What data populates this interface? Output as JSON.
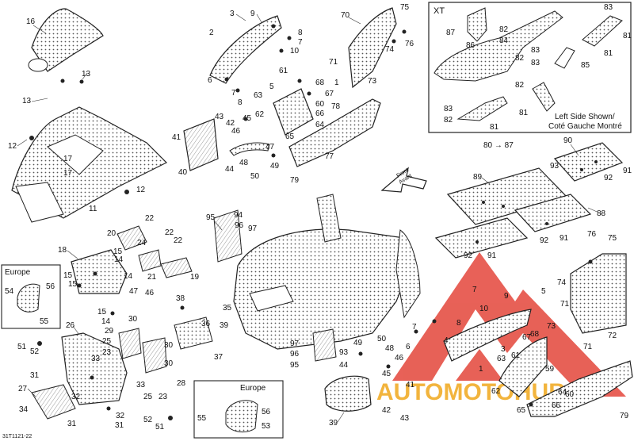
{
  "diagram_id": "31T1121-22",
  "inset_xt": {
    "title": "XT",
    "note_line1": "Left Side Shown/",
    "note_line2": "Coté Gauche Montré",
    "ref_numbers": [
      "83",
      "87",
      "82",
      "86",
      "84",
      "81",
      "83",
      "85",
      "82",
      "83",
      "81",
      "82",
      "83",
      "82",
      "81",
      "81"
    ]
  },
  "xt_ref": "80 → 87",
  "front_label_line1": "Front",
  "front_label_line2": "Avant",
  "europe_box_left": {
    "title": "Europe",
    "numbers": [
      "54",
      "56",
      "55"
    ]
  },
  "europe_box_bottom": {
    "title": "Europe",
    "numbers": [
      "55",
      "56",
      "53"
    ]
  },
  "watermark_text": "AUTOMOTOHUB",
  "callouts": {
    "c16": "16",
    "c13a": "13",
    "c13b": "13",
    "c12a": "12",
    "c17a": "17",
    "c17b": "17",
    "c11": "11",
    "c12b": "12",
    "c3": "3",
    "c9": "9",
    "c2": "2",
    "c8a": "8",
    "c7a": "7",
    "c10a": "10",
    "c6": "6",
    "c7b": "7",
    "c8b": "8",
    "c5": "5",
    "c70": "70",
    "c75": "75",
    "c76": "76",
    "c74": "74",
    "c71": "71",
    "c73": "73",
    "c1": "1",
    "c61": "61",
    "c68": "68",
    "c67": "67",
    "c63": "63",
    "c60": "60",
    "c62": "62",
    "c66": "66",
    "c64": "64",
    "c65": "65",
    "c78": "78",
    "c79": "79",
    "c77": "77",
    "c43": "43",
    "c42": "42",
    "c41": "41",
    "c40": "40",
    "c45": "45",
    "c46": "46",
    "c44": "44",
    "c48": "48",
    "c50": "50",
    "c49": "49",
    "c47": "47",
    "c90": "90",
    "c93": "93",
    "c91a": "91",
    "c92a": "92",
    "c89": "89",
    "c88": "88",
    "c91b": "91",
    "c92b": "92",
    "c92c": "92",
    "c91c": "91",
    "c95": "95",
    "c94": "94",
    "c96": "96",
    "c97": "97",
    "c22a": "22",
    "c20": "20",
    "c22b": "22",
    "c22c": "22",
    "c21": "21",
    "c19": "19",
    "c24": "24",
    "c18": "18",
    "c14a": "14",
    "c15a": "15",
    "c14b": "14",
    "c15b": "15",
    "c15c": "15",
    "c47b": "47",
    "c46b": "46",
    "c15d": "15",
    "c14c": "14",
    "c38": "38",
    "c35": "35",
    "c36": "36",
    "c39": "39",
    "c37": "37",
    "c26": "26",
    "c30a": "30",
    "c29": "29",
    "c25a": "25",
    "c23a": "23",
    "c31a": "31",
    "c30b": "30",
    "c30c": "30",
    "c52a": "52",
    "c51a": "51",
    "c33a": "33",
    "c27": "27",
    "c33b": "33",
    "c25b": "25",
    "c28": "28",
    "c23b": "23",
    "c32a": "32",
    "c34": "34",
    "c31b": "31",
    "c32b": "32",
    "c31c": "31",
    "c52b": "52",
    "c51b": "51",
    "c97b": "97",
    "c96b": "96",
    "c95b": "95",
    "c93b": "93",
    "c49b": "49",
    "c44b": "44",
    "c50b": "50",
    "c48b": "48",
    "c46c": "46",
    "c45b": "45",
    "c41b": "41",
    "c42b": "42",
    "c43b": "43",
    "c39b": "39",
    "c7c": "7",
    "c10b": "10",
    "c9b": "9",
    "c8c": "8",
    "c6b": "6",
    "c3b": "3",
    "c63b": "63",
    "c61b": "61",
    "c1b": "1",
    "c67b": "67",
    "c68b": "68",
    "c59": "59",
    "c62b": "62",
    "c64b": "64",
    "c65b": "65",
    "c66b": "66",
    "c60b": "60",
    "c79b": "79",
    "c74b": "74",
    "c76b": "76",
    "c75b": "75",
    "c71b": "71",
    "c72": "72",
    "c73b": "73",
    "c5b": "5",
    "c7d": "7",
    "c4": "4",
    "c71c": "71"
  },
  "colors": {
    "line": "#222222",
    "watermark_red": "#e23a2e",
    "watermark_gold": "#f0a81c"
  }
}
